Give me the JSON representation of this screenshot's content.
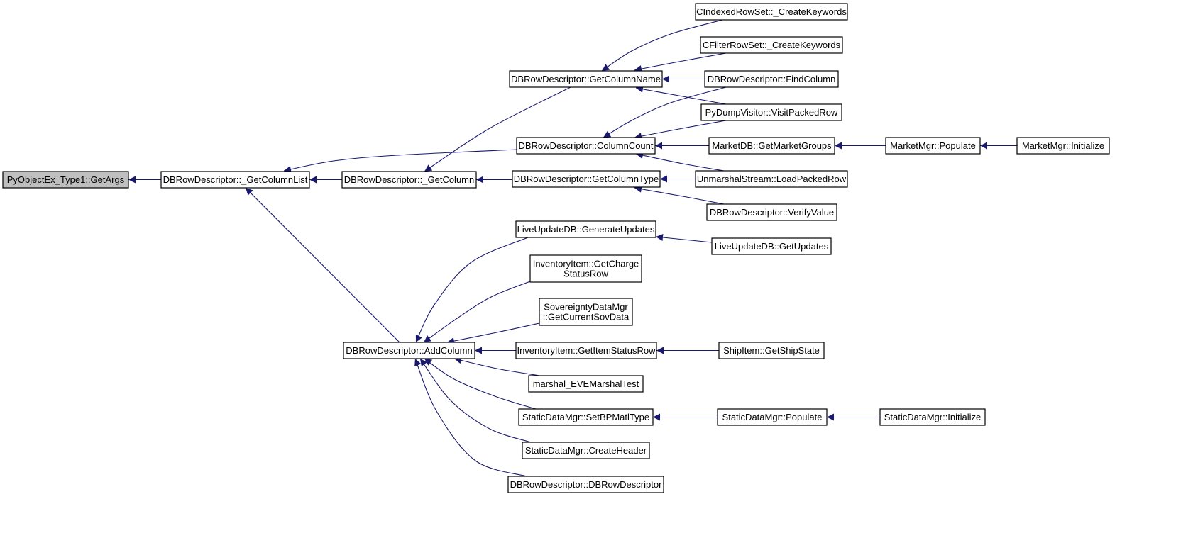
{
  "diagram": {
    "type": "call-graph",
    "edge_color": "#191970",
    "node_fill": "#ffffff",
    "focus_fill": "#bfbfbf",
    "node_border": "#000000",
    "nodes": [
      {
        "id": "getargs",
        "lines": [
          "PyObjectEx_Type1::GetArgs"
        ],
        "focus": true
      },
      {
        "id": "getcolumnlist",
        "lines": [
          "DBRowDescriptor::_GetColumnList"
        ]
      },
      {
        "id": "getcolumn",
        "lines": [
          "DBRowDescriptor::_GetColumn"
        ]
      },
      {
        "id": "addcolumn",
        "lines": [
          "DBRowDescriptor::AddColumn"
        ]
      },
      {
        "id": "getcolumnname",
        "lines": [
          "DBRowDescriptor::GetColumnName"
        ]
      },
      {
        "id": "columncount",
        "lines": [
          "DBRowDescriptor::ColumnCount"
        ]
      },
      {
        "id": "getcolumntype",
        "lines": [
          "DBRowDescriptor::GetColumnType"
        ]
      },
      {
        "id": "indexed_createkw",
        "lines": [
          "CIndexedRowSet::_CreateKeywords"
        ]
      },
      {
        "id": "filter_createkw",
        "lines": [
          "CFilterRowSet::_CreateKeywords"
        ]
      },
      {
        "id": "findcolumn",
        "lines": [
          "DBRowDescriptor::FindColumn"
        ]
      },
      {
        "id": "visitpackedrow",
        "lines": [
          "PyDumpVisitor::VisitPackedRow"
        ]
      },
      {
        "id": "getmarketgroups",
        "lines": [
          "MarketDB::GetMarketGroups"
        ]
      },
      {
        "id": "marketmgr_populate",
        "lines": [
          "MarketMgr::Populate"
        ]
      },
      {
        "id": "marketmgr_init",
        "lines": [
          "MarketMgr::Initialize"
        ]
      },
      {
        "id": "loadpackedrow",
        "lines": [
          "UnmarshalStream::LoadPackedRow"
        ]
      },
      {
        "id": "verifyvalue",
        "lines": [
          "DBRowDescriptor::VerifyValue"
        ]
      },
      {
        "id": "generateupdates",
        "lines": [
          "LiveUpdateDB::GenerateUpdates"
        ]
      },
      {
        "id": "getupdates",
        "lines": [
          "LiveUpdateDB::GetUpdates"
        ]
      },
      {
        "id": "getchargestatusrow",
        "lines": [
          "InventoryItem::GetCharge",
          "StatusRow"
        ]
      },
      {
        "id": "getcurrentsovdata",
        "lines": [
          "SovereigntyDataMgr",
          "::GetCurrentSovData"
        ]
      },
      {
        "id": "getitemstatusrow",
        "lines": [
          "InventoryItem::GetItemStatusRow"
        ]
      },
      {
        "id": "getshipstate",
        "lines": [
          "ShipItem::GetShipState"
        ]
      },
      {
        "id": "evemarshaltest",
        "lines": [
          "marshal_EVEMarshalTest"
        ]
      },
      {
        "id": "setbpmatltype",
        "lines": [
          "StaticDataMgr::SetBPMatlType"
        ]
      },
      {
        "id": "staticdata_populate",
        "lines": [
          "StaticDataMgr::Populate"
        ]
      },
      {
        "id": "staticdata_init",
        "lines": [
          "StaticDataMgr::Initialize"
        ]
      },
      {
        "id": "createheader",
        "lines": [
          "StaticDataMgr::CreateHeader"
        ]
      },
      {
        "id": "dbrowdescriptor_ctor",
        "lines": [
          "DBRowDescriptor::DBRowDescriptor"
        ]
      }
    ],
    "edges": [
      {
        "from": "getcolumnlist",
        "to": "getargs"
      },
      {
        "from": "getcolumn",
        "to": "getcolumnlist"
      },
      {
        "from": "columncount",
        "to": "getcolumnlist"
      },
      {
        "from": "addcolumn",
        "to": "getcolumnlist"
      },
      {
        "from": "getcolumnname",
        "to": "getcolumn"
      },
      {
        "from": "getcolumntype",
        "to": "getcolumn"
      },
      {
        "from": "indexed_createkw",
        "to": "getcolumnname"
      },
      {
        "from": "filter_createkw",
        "to": "getcolumnname"
      },
      {
        "from": "findcolumn",
        "to": "getcolumnname"
      },
      {
        "from": "visitpackedrow",
        "to": "getcolumnname"
      },
      {
        "from": "findcolumn",
        "to": "columncount"
      },
      {
        "from": "visitpackedrow",
        "to": "columncount"
      },
      {
        "from": "getmarketgroups",
        "to": "columncount"
      },
      {
        "from": "loadpackedrow",
        "to": "columncount"
      },
      {
        "from": "loadpackedrow",
        "to": "getcolumntype"
      },
      {
        "from": "verifyvalue",
        "to": "getcolumntype"
      },
      {
        "from": "marketmgr_populate",
        "to": "getmarketgroups"
      },
      {
        "from": "marketmgr_init",
        "to": "marketmgr_populate"
      },
      {
        "from": "generateupdates",
        "to": "addcolumn"
      },
      {
        "from": "getchargestatusrow",
        "to": "addcolumn"
      },
      {
        "from": "getcurrentsovdata",
        "to": "addcolumn"
      },
      {
        "from": "getitemstatusrow",
        "to": "addcolumn"
      },
      {
        "from": "evemarshaltest",
        "to": "addcolumn"
      },
      {
        "from": "setbpmatltype",
        "to": "addcolumn"
      },
      {
        "from": "createheader",
        "to": "addcolumn"
      },
      {
        "from": "dbrowdescriptor_ctor",
        "to": "addcolumn"
      },
      {
        "from": "getupdates",
        "to": "generateupdates"
      },
      {
        "from": "getshipstate",
        "to": "getitemstatusrow"
      },
      {
        "from": "staticdata_populate",
        "to": "setbpmatltype"
      },
      {
        "from": "staticdata_init",
        "to": "staticdata_populate"
      }
    ]
  }
}
